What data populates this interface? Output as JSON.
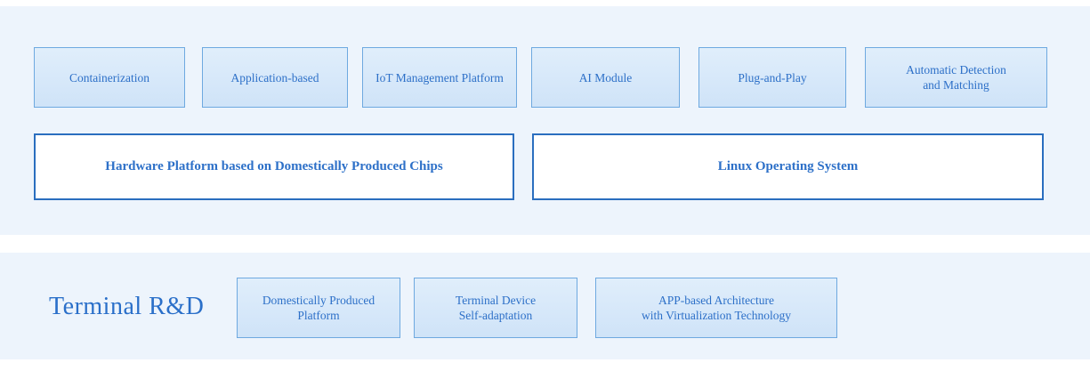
{
  "palette": {
    "band_background": "#edf4fc",
    "filled_box_fill_top": "#e0eefb",
    "filled_box_fill_bottom": "#cfe3f8",
    "filled_box_border": "#6ea9e0",
    "outline_box_border": "#2a6ebf",
    "text_blue": "#2d70c8"
  },
  "upper_section": {
    "feature_boxes": [
      {
        "label": "Containerization"
      },
      {
        "label": "Application-based"
      },
      {
        "label": "IoT Management Platform"
      },
      {
        "label": "AI Module"
      },
      {
        "label": "Plug-and-Play"
      },
      {
        "label": "Automatic Detection\nand Matching"
      }
    ],
    "platform_boxes": [
      {
        "label": "Hardware Platform based on Domestically Produced Chips"
      },
      {
        "label": "Linux Operating System"
      }
    ]
  },
  "lower_section": {
    "title": "Terminal R&D",
    "feature_boxes": [
      {
        "label": "Domestically Produced\nPlatform"
      },
      {
        "label": "Terminal Device\nSelf-adaptation"
      },
      {
        "label": "APP-based Architecture\nwith Virtualization Technology"
      }
    ]
  }
}
